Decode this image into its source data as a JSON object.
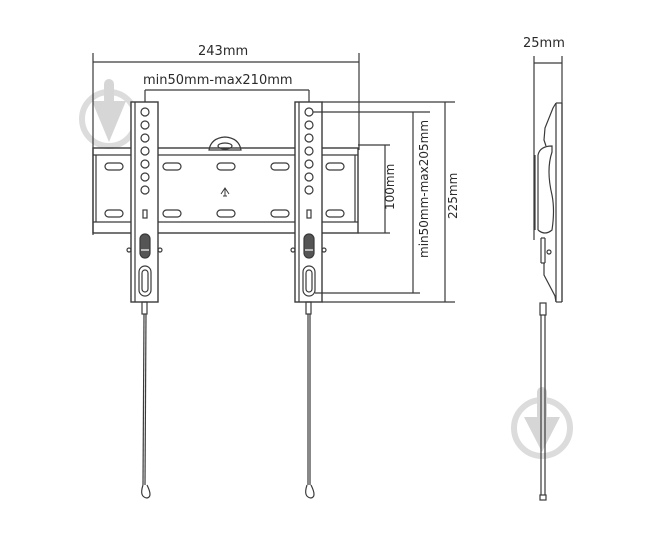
{
  "diagram": {
    "type": "technical-drawing",
    "subject": "Fixed TV wall mount bracket",
    "views": [
      "front-view",
      "side-view"
    ],
    "colors": {
      "line": "#3a3a3a",
      "watermark": "#d9d9d9",
      "background": "#ffffff"
    }
  },
  "dimensions": {
    "overall_width": "243mm",
    "arm_spacing": "min50mm-max210mm",
    "plate_height": "100mm",
    "vertical_hole_range": "min50mm-max205mm",
    "overall_height": "225mm",
    "depth": "25mm"
  },
  "watermarks": [
    {
      "name": "watermark-logo-top-left",
      "icon": "down-arrow-circle-icon"
    },
    {
      "name": "watermark-logo-bottom-right",
      "icon": "down-arrow-circle-icon"
    }
  ]
}
